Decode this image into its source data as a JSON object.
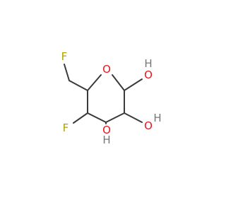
{
  "molecule": {
    "atoms": {
      "fluorine_top": "F",
      "fluorine_left": "F",
      "ring_oxygen": "O",
      "hydroxyl_right_o": "O",
      "hydroxyl_right_h": "H",
      "hydroxyl_mid_o": "O",
      "hydroxyl_mid_h": "H",
      "hydroxyl_bottom_o": "O",
      "hydroxyl_bottom_h": "H"
    },
    "colors": {
      "oxygen": "#e8141e",
      "fluorine": "#b4a000",
      "hydrogen": "#777777",
      "bond": "#3a3a3a"
    }
  }
}
